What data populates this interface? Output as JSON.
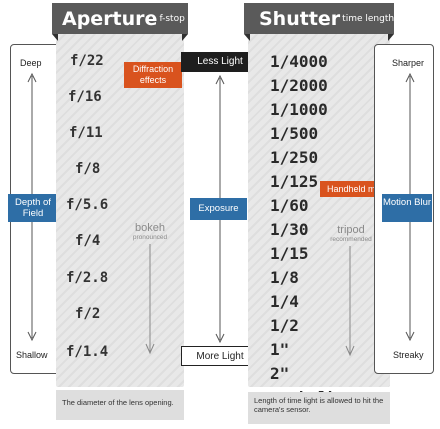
{
  "aperture": {
    "title": "Aperture",
    "subtitle": "f-stop",
    "stops": [
      "f/22",
      "f/16",
      "f/11",
      "f/8",
      "f/5.6",
      "f/4",
      "f/2.8",
      "f/2",
      "f/1.4"
    ],
    "tag": "Diffraction effects",
    "note_main": "bokeh",
    "note_sub": "pronounced",
    "footer": "The diameter of the lens opening."
  },
  "shutter": {
    "title": "Shutter",
    "subtitle": "time length",
    "speeds": [
      "1/4000",
      "1/2000",
      "1/1000",
      "1/500",
      "1/250",
      "1/125",
      "1/60",
      "1/30",
      "1/15",
      "1/8",
      "1/4",
      "1/2",
      "1\"",
      "2\"",
      "...bulb"
    ],
    "tag": "Handheld max",
    "note_main": "tripod",
    "note_sub": "recommended",
    "footer": "Length of time light is allowed to hit the camera's sensor."
  },
  "depth": {
    "top": "Deep",
    "label": "Depth of Field",
    "bottom": "Shallow"
  },
  "exposure": {
    "top": "Less Light",
    "label": "Exposure",
    "bottom": "More Light"
  },
  "motion": {
    "top": "Sharper",
    "label": "Motion Blur",
    "bottom": "Streaky"
  },
  "colors": {
    "header": "#5a5a5a",
    "column": "#e8e8e8",
    "blue": "#2e6ea6",
    "orange": "#d9531e",
    "dark": "#1e1e1e"
  }
}
